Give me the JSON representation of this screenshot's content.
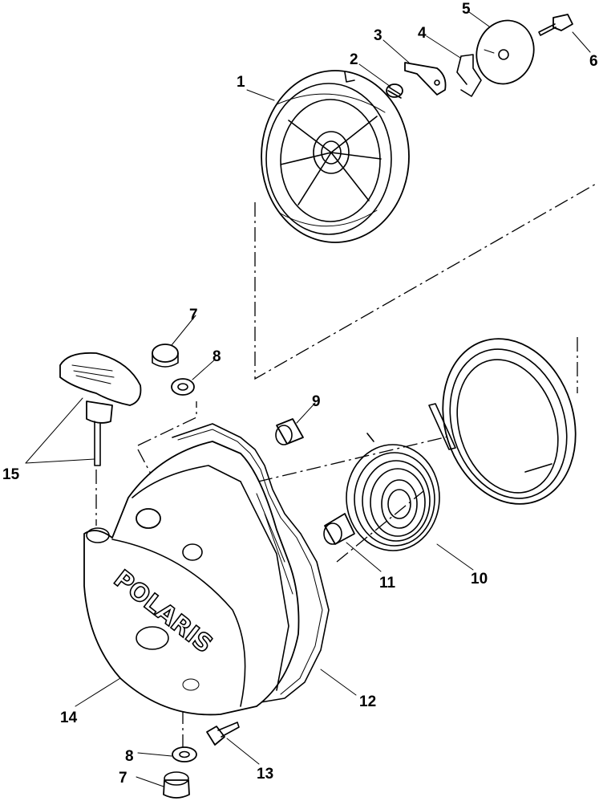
{
  "callouts": {
    "c1": "1",
    "c2": "2",
    "c3": "3",
    "c4": "4",
    "c5": "5",
    "c6": "6",
    "c7a": "7",
    "c8a": "8",
    "c9": "9",
    "c10": "10",
    "c11": "11",
    "c12": "12",
    "c13": "13",
    "c14": "14",
    "c15": "15",
    "c8b": "8",
    "c7b": "7"
  },
  "logo_text": "POLARIS"
}
